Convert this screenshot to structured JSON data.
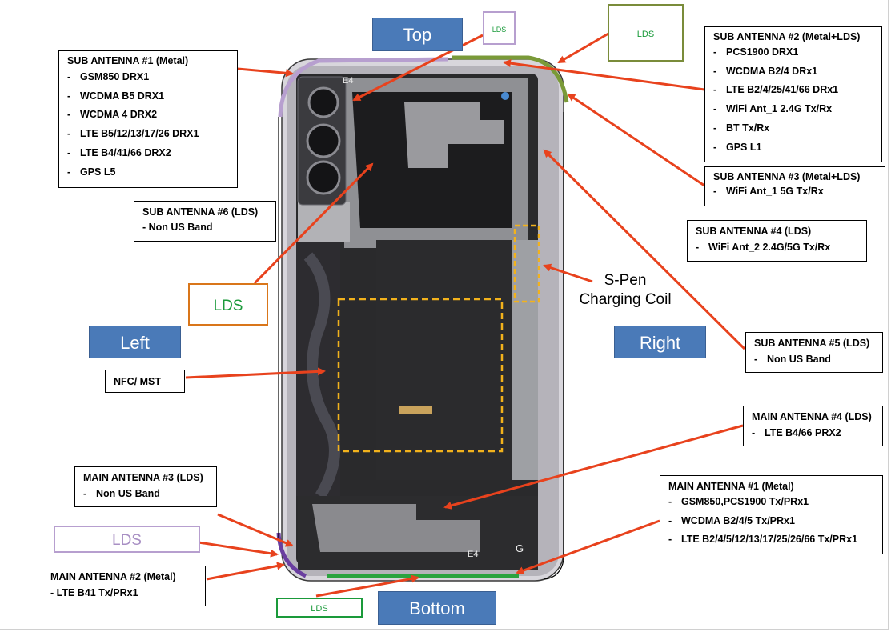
{
  "sides": {
    "top": "Top",
    "bottom": "Bottom",
    "left": "Left",
    "right": "Right"
  },
  "lds_tags": {
    "top_small": "LDS",
    "top_right": "LDS",
    "left_mid": "LDS",
    "bottom_left": "LDS",
    "bottom_center": "LDS"
  },
  "spen_label": {
    "line1": "S-Pen",
    "line2": "Charging Coil"
  },
  "nfc_label": "NFC/ MST",
  "antennas": {
    "sub1": {
      "title": "SUB ANTENNA #1 (Metal)",
      "items": [
        "GSM850 DRX1",
        "WCDMA B5 DRX1",
        "WCDMA 4 DRX2",
        "LTE B5/12/13/17/26 DRX1",
        "LTE B4/41/66 DRX2",
        "GPS L5"
      ]
    },
    "sub2": {
      "title": "SUB ANTENNA #2 (Metal+LDS)",
      "items": [
        "PCS1900 DRX1",
        "WCDMA B2/4 DRx1",
        "LTE B2/4/25/41/66 DRx1",
        "WiFi Ant_1 2.4G Tx/Rx",
        "BT Tx/Rx",
        "GPS L1"
      ]
    },
    "sub3": {
      "title": "SUB ANTENNA #3 (Metal+LDS)",
      "items": [
        "WiFi Ant_1 5G Tx/Rx"
      ]
    },
    "sub4": {
      "title": "SUB ANTENNA #4 (LDS)",
      "items": [
        "WiFi Ant_2 2.4G/5G Tx/Rx"
      ]
    },
    "sub5": {
      "title": "SUB ANTENNA #5 (LDS)",
      "items": [
        "Non US Band"
      ]
    },
    "sub6": {
      "title": "SUB ANTENNA #6 (LDS)",
      "items": [
        "- Non US Band"
      ]
    },
    "main1": {
      "title": "MAIN ANTENNA #1 (Metal)",
      "items": [
        "GSM850,PCS1900 Tx/PRx1",
        "WCDMA B2/4/5 Tx/PRx1",
        "LTE B2/4/5/12/13/17/25/26/66 Tx/PRx1"
      ]
    },
    "main2": {
      "title": "MAIN ANTENNA #2 (Metal)",
      "items": [
        "- LTE B41 Tx/PRx1"
      ]
    },
    "main3": {
      "title": "MAIN ANTENNA #3 (LDS)",
      "items": [
        "Non US Band"
      ]
    },
    "main4": {
      "title": "MAIN ANTENNA #4 (LDS)",
      "items": [
        "LTE B4/66 PRX2"
      ]
    }
  },
  "phone_marks": {
    "model_top": "E4",
    "model_bottom": "E4",
    "g_mark": "G"
  },
  "colors": {
    "arrow": "#e8421d",
    "side_label_bg": "#4a7ab8",
    "lds_green": "#1a9a3a",
    "lds_olive": "#7a8c3a",
    "lds_orange": "#d9761a",
    "lds_lavender": "#b79fcf",
    "coil_dash": "#f2b21c"
  }
}
